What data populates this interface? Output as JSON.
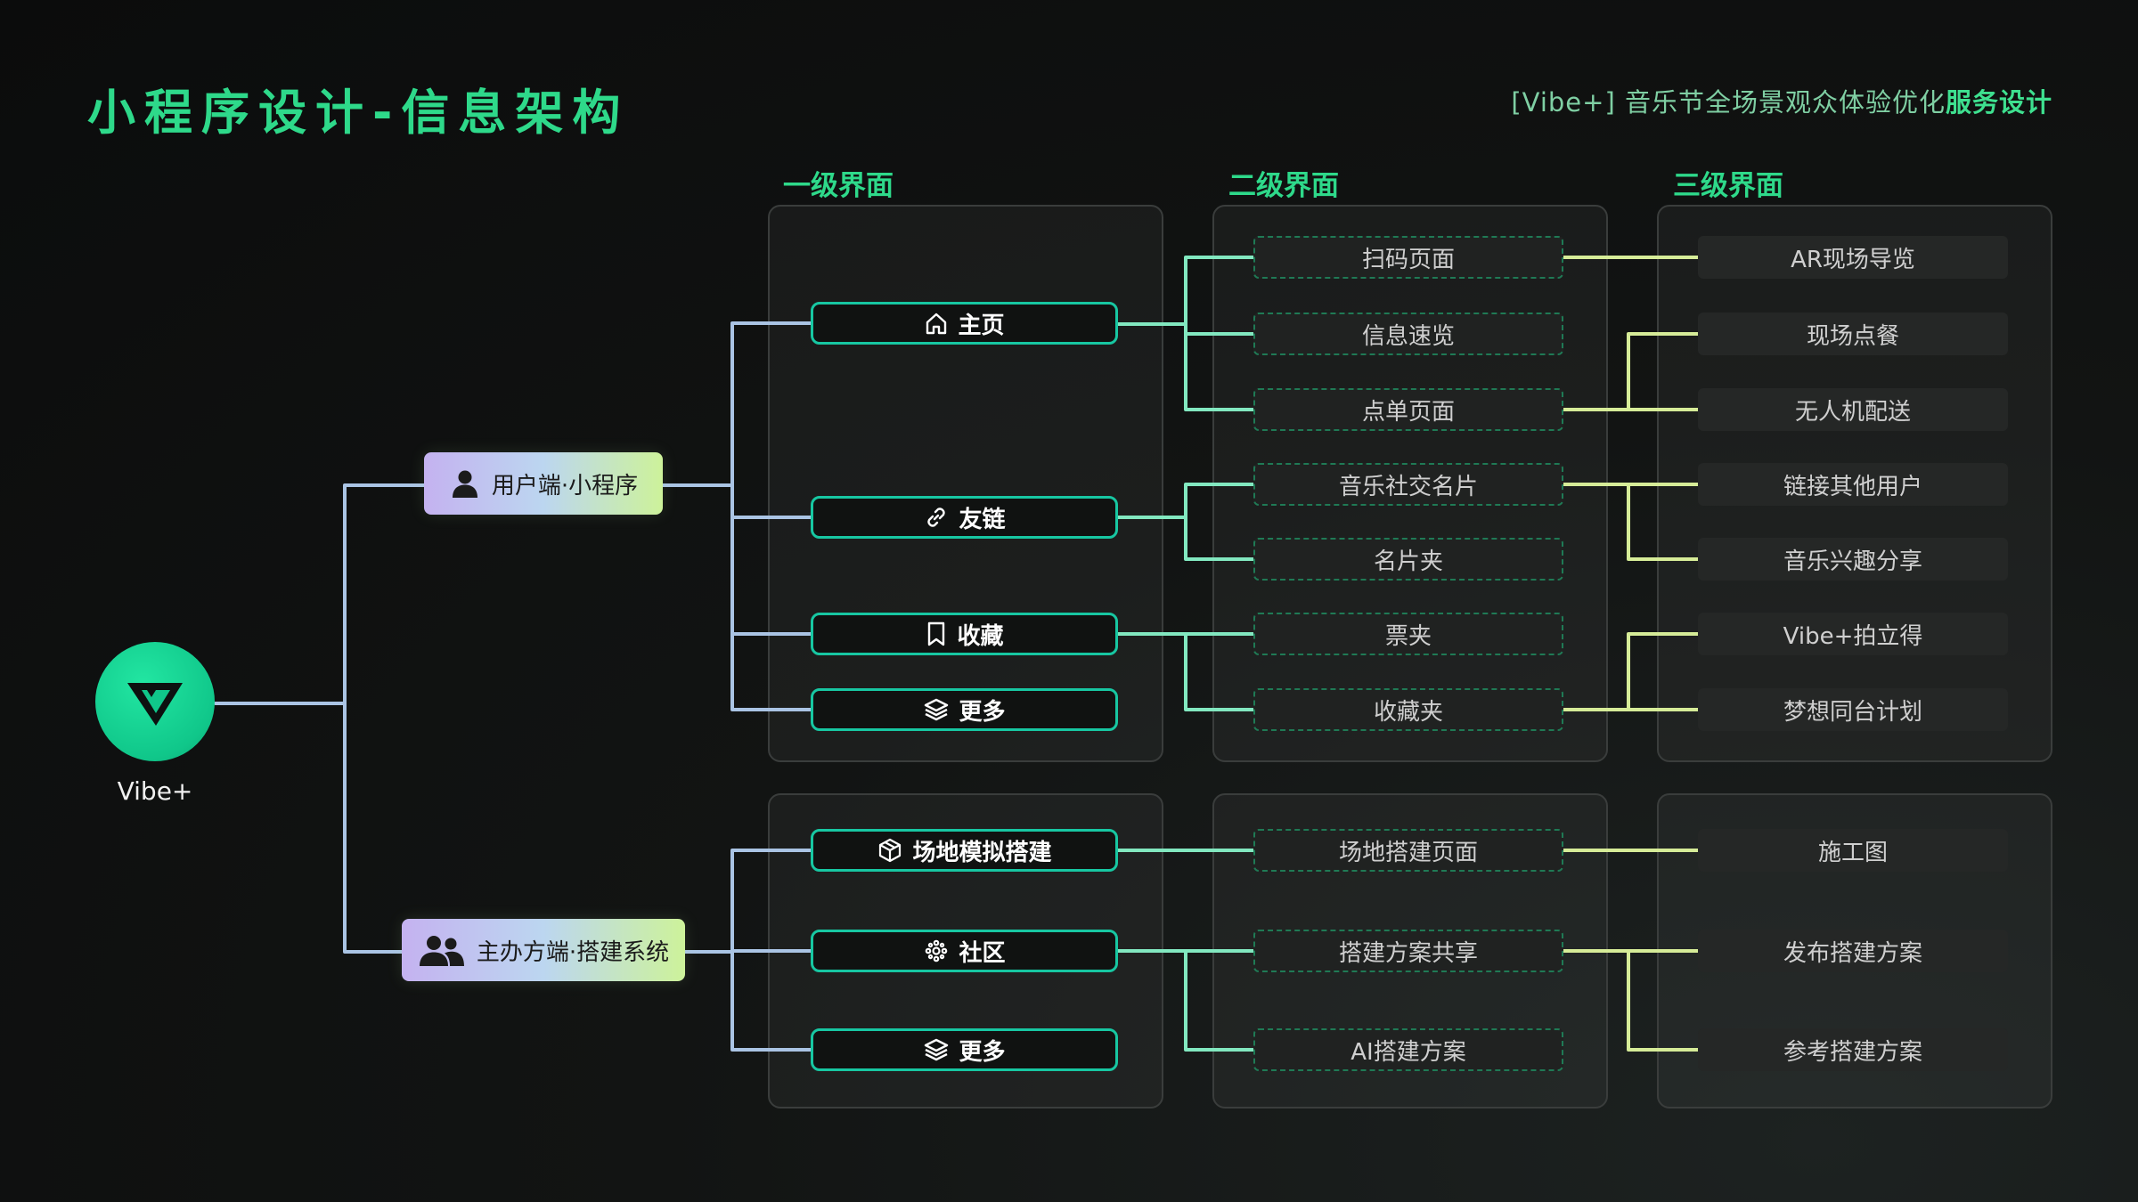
{
  "header": {
    "title": "小程序设计-信息架构",
    "subtitle_prefix": "[Vibe+] 音乐节全场景观众体验优化",
    "subtitle_bold": "服务设计"
  },
  "levels": [
    "一级界面",
    "二级界面",
    "三级界面"
  ],
  "brand": {
    "name": "Vibe+",
    "color": "#10c78a"
  },
  "user_branch": {
    "label": "用户端·小程序",
    "level1": [
      {
        "label": "主页",
        "icon": "home-icon"
      },
      {
        "label": "友链",
        "icon": "link-icon"
      },
      {
        "label": "收藏",
        "icon": "bookmark-icon"
      },
      {
        "label": "更多",
        "icon": "layers-icon"
      }
    ],
    "level2": [
      "扫码页面",
      "信息速览",
      "点单页面",
      "音乐社交名片",
      "名片夹",
      "票夹",
      "收藏夹"
    ],
    "level3": [
      "AR现场导览",
      "现场点餐",
      "无人机配送",
      "链接其他用户",
      "音乐兴趣分享",
      "Vibe+拍立得",
      "梦想同台计划"
    ]
  },
  "organizer_branch": {
    "label": "主办方端·搭建系统",
    "level1": [
      {
        "label": "场地模拟搭建",
        "icon": "cube-icon"
      },
      {
        "label": "社区",
        "icon": "community-icon"
      },
      {
        "label": "更多",
        "icon": "layers-icon"
      }
    ],
    "level2": [
      "场地搭建页面",
      "搭建方案共享",
      "AI搭建方案"
    ],
    "level3": [
      "施工图",
      "发布搭建方案",
      "参考搭建方案"
    ]
  },
  "colors": {
    "accent": "#2ed98a",
    "l1_border": "#17c7a2",
    "trunk_line": "#aac4e4",
    "l1_to_l2_line": "#82e8c0",
    "l2_to_l3_line": "#d6ec98"
  }
}
